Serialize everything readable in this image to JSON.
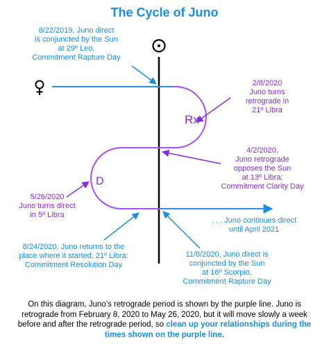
{
  "title": "The Cycle of Juno",
  "symbols": {
    "sun": "☉",
    "venus": "♀",
    "retrograde": "Rx",
    "direct": "D"
  },
  "colors": {
    "title": "#1a8fe0",
    "annotation_blue": "#1a8fe0",
    "annotation_purple": "#8a2be2",
    "juno_path_direct": "#2b8fe3",
    "juno_path_retrograde": "#a64dff",
    "sun_line": "#000000"
  },
  "annotations": {
    "direct_conjunction_2019": {
      "lines": [
        "8/22/2019, Juno direct",
        "is conjuncted by the Sun",
        "at 29º Leo,",
        "Commitment Rapture Day"
      ]
    },
    "turns_retrograde": {
      "lines": [
        "2/8/2020",
        "Juno turns",
        "retrograde in",
        "21º Libra"
      ]
    },
    "opposes_sun": {
      "lines": [
        "4/2/2020,",
        "Juno retrograde",
        "opposes the Sun",
        "at 13º Libra:",
        "Commitment Clarity Day"
      ]
    },
    "turns_direct": {
      "lines": [
        "5/26/2020",
        "Juno turns direct",
        "in 5º Libra"
      ]
    },
    "continues_direct": {
      "lines": [
        ". . . Juno continues direct",
        "until April 2021"
      ]
    },
    "returns_start": {
      "lines": [
        "8/24/2020, Juno returns to the",
        "place where it started, 21º Libra:",
        "Commitment Resolution Day"
      ]
    },
    "direct_conjunction_2020": {
      "lines": [
        "11/8/2020, Juno direct is",
        "conjuncted by the Sun",
        "at 16º Scorpio,",
        "Commitment Rapture Day"
      ]
    }
  },
  "caption": {
    "text": "On this diagram, Juno’s retrograde period is shown by the purple line. Juno is retrograde from February 8, 2020 to May 26, 2020, but it will move slowly a week before and after the retrograde period, so ",
    "highlight": "clean up your relationships during the times shown on the purple line."
  }
}
